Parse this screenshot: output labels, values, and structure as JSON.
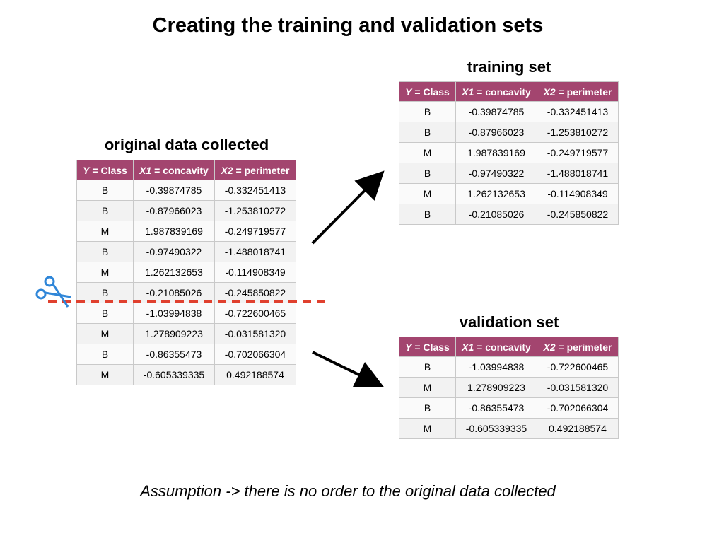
{
  "title": "Creating the training and validation sets",
  "headers": {
    "y_prefix": "Y",
    "y_suffix": " = Class",
    "x1_prefix": "X1",
    "x1_suffix": " = concavity",
    "x2_prefix": "X2",
    "x2_suffix": " = perimeter"
  },
  "original": {
    "title": "original data collected",
    "rows": [
      [
        "B",
        "-0.39874785",
        "-0.332451413"
      ],
      [
        "B",
        "-0.87966023",
        "-1.253810272"
      ],
      [
        "M",
        "1.987839169",
        "-0.249719577"
      ],
      [
        "B",
        "-0.97490322",
        "-1.488018741"
      ],
      [
        "M",
        "1.262132653",
        "-0.114908349"
      ],
      [
        "B",
        "-0.21085026",
        "-0.245850822"
      ],
      [
        "B",
        "-1.03994838",
        "-0.722600465"
      ],
      [
        "M",
        "1.278909223",
        "-0.031581320"
      ],
      [
        "B",
        "-0.86355473",
        "-0.702066304"
      ],
      [
        "M",
        "-0.605339335",
        "0.492188574"
      ]
    ]
  },
  "training": {
    "title": "training set",
    "rows": [
      [
        "B",
        "-0.39874785",
        "-0.332451413"
      ],
      [
        "B",
        "-0.87966023",
        "-1.253810272"
      ],
      [
        "M",
        "1.987839169",
        "-0.249719577"
      ],
      [
        "B",
        "-0.97490322",
        "-1.488018741"
      ],
      [
        "M",
        "1.262132653",
        "-0.114908349"
      ],
      [
        "B",
        "-0.21085026",
        "-0.245850822"
      ]
    ]
  },
  "validation": {
    "title": "validation set",
    "rows": [
      [
        "B",
        "-1.03994838",
        "-0.722600465"
      ],
      [
        "M",
        "1.278909223",
        "-0.031581320"
      ],
      [
        "B",
        "-0.86355473",
        "-0.702066304"
      ],
      [
        "M",
        "-0.605339335",
        "0.492188574"
      ]
    ]
  },
  "footer": "Assumption -> there is no order to the original data collected",
  "colors": {
    "header_bg": "#a3456f",
    "cut_line": "#e0402e",
    "scissors": "#2f86d8"
  },
  "icons": {
    "scissors": "scissors-icon",
    "arrow_up": "arrow-up-right-icon",
    "arrow_down": "arrow-down-right-icon"
  }
}
